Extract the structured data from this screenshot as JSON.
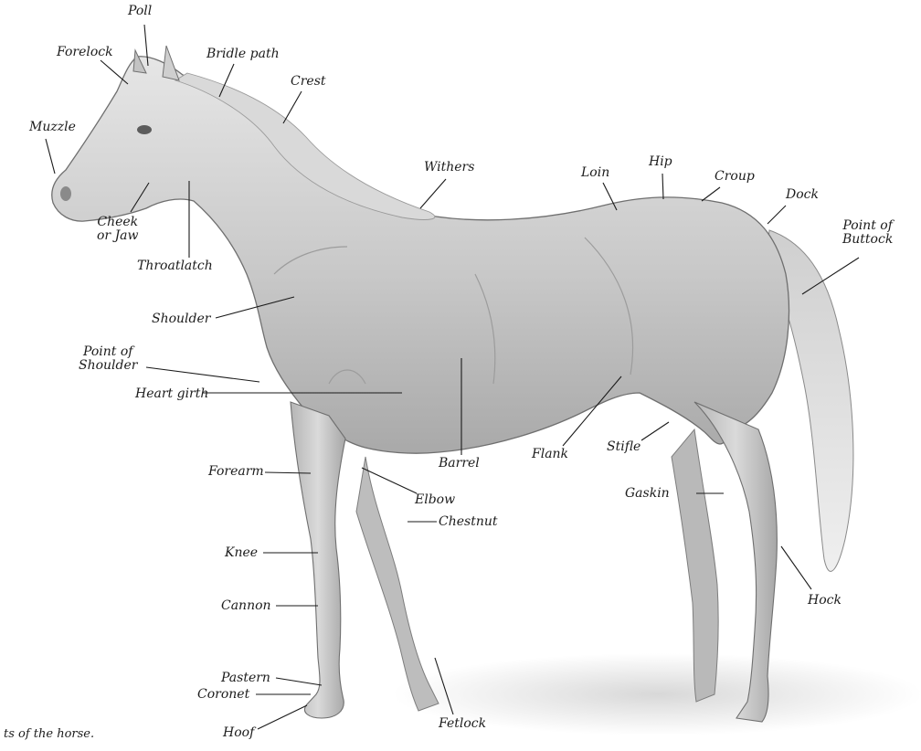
{
  "labels": {
    "poll": "Poll",
    "forelock": "Forelock",
    "bridle_path": "Bridle path",
    "crest": "Crest",
    "muzzle": "Muzzle",
    "cheek_line1": "Cheek",
    "cheek_line2": "or Jaw",
    "throatlatch": "Throatlatch",
    "withers": "Withers",
    "loin": "Loin",
    "hip": "Hip",
    "croup": "Croup",
    "dock": "Dock",
    "point_of_buttock_line1": "Point of",
    "point_of_buttock_line2": "Buttock",
    "shoulder": "Shoulder",
    "point_of_shoulder_line1": "Point of",
    "point_of_shoulder_line2": "Shoulder",
    "heart_girth": "Heart girth",
    "barrel": "Barrel",
    "flank": "Flank",
    "stifle": "Stifle",
    "forearm": "Forearm",
    "elbow": "Elbow",
    "chestnut": "Chestnut",
    "gaskin": "Gaskin",
    "knee": "Knee",
    "cannon": "Cannon",
    "hock": "Hock",
    "pastern": "Pastern",
    "coronet": "Coronet",
    "hoof": "Hoof",
    "fetlock": "Fetlock"
  },
  "caption": "ts of the horse."
}
